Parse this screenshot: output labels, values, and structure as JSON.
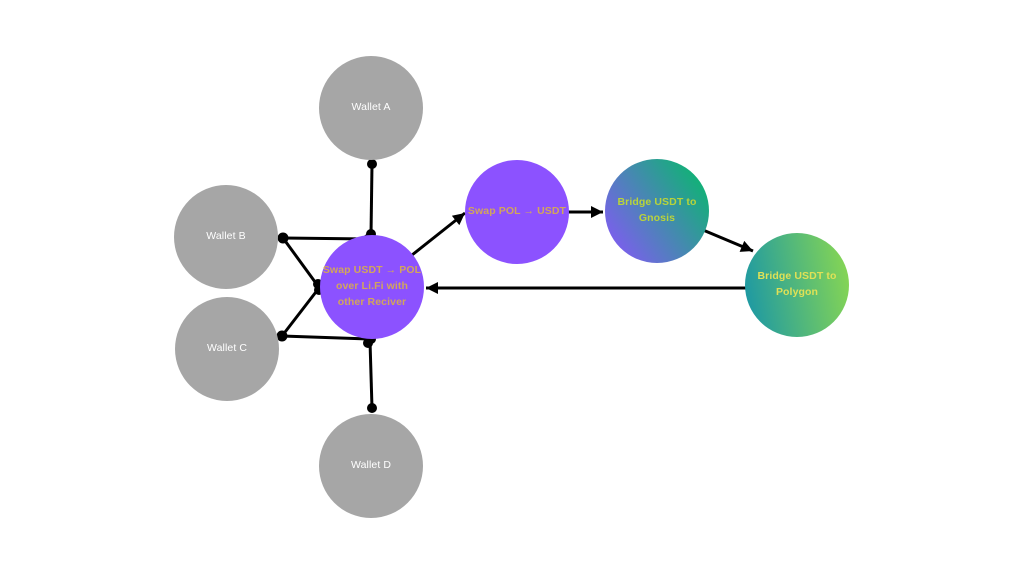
{
  "canvas": {
    "background_color": "#ffffff",
    "edge_color": "#000000"
  },
  "diagram": {
    "nodes": [
      {
        "id": "wallet-a",
        "label": "Wallet A",
        "shape": "circle",
        "color": "#a6a6a6",
        "text_color": "#ffffff"
      },
      {
        "id": "wallet-b",
        "label": "Wallet B",
        "shape": "circle",
        "color": "#a6a6a6",
        "text_color": "#ffffff"
      },
      {
        "id": "wallet-c",
        "label": "Wallet C",
        "shape": "circle",
        "color": "#a6a6a6",
        "text_color": "#ffffff"
      },
      {
        "id": "wallet-d",
        "label": "Wallet D",
        "shape": "circle",
        "color": "#a6a6a6",
        "text_color": "#ffffff"
      },
      {
        "id": "swap-usdt-pol",
        "label": "Swap USDT → POL over Li.Fi with other Reciver",
        "shape": "circle",
        "color": "#8c52ff",
        "text_color": "#d2a55c"
      },
      {
        "id": "swap-pol-usdt",
        "label": "Swap POL → USDT",
        "shape": "circle",
        "color": "#8c52ff",
        "text_color": "#d2a55c"
      },
      {
        "id": "bridge-usdt-gnosis",
        "label": "Bridge USDT to Gnosis",
        "shape": "circle",
        "gradient": {
          "angle": "55deg",
          "from": "#8c52ff",
          "to": "#00bf63"
        },
        "text_color": "#b9d43a"
      },
      {
        "id": "bridge-usdt-polygon",
        "label": "Bridge USDT to Polygon",
        "shape": "circle",
        "gradient": {
          "angle": "80deg",
          "from": "#1795a8",
          "to": "#8cd94f"
        },
        "text_color": "#e0e156"
      }
    ],
    "edges": [
      {
        "from": "wallet-a",
        "to": "swap-usdt-pol",
        "type": "line"
      },
      {
        "from": "wallet-b",
        "to": "swap-usdt-pol",
        "type": "line"
      },
      {
        "from": "wallet-b",
        "to": "swap-usdt-pol",
        "type": "line"
      },
      {
        "from": "wallet-c",
        "to": "swap-usdt-pol",
        "type": "line"
      },
      {
        "from": "wallet-c",
        "to": "swap-usdt-pol",
        "type": "line"
      },
      {
        "from": "wallet-d",
        "to": "swap-usdt-pol",
        "type": "line"
      },
      {
        "from": "swap-usdt-pol",
        "to": "swap-pol-usdt",
        "type": "arrow"
      },
      {
        "from": "swap-pol-usdt",
        "to": "bridge-usdt-gnosis",
        "type": "arrow"
      },
      {
        "from": "bridge-usdt-gnosis",
        "to": "bridge-usdt-polygon",
        "type": "arrow"
      },
      {
        "from": "bridge-usdt-polygon",
        "to": "swap-usdt-pol",
        "type": "arrow"
      }
    ]
  }
}
